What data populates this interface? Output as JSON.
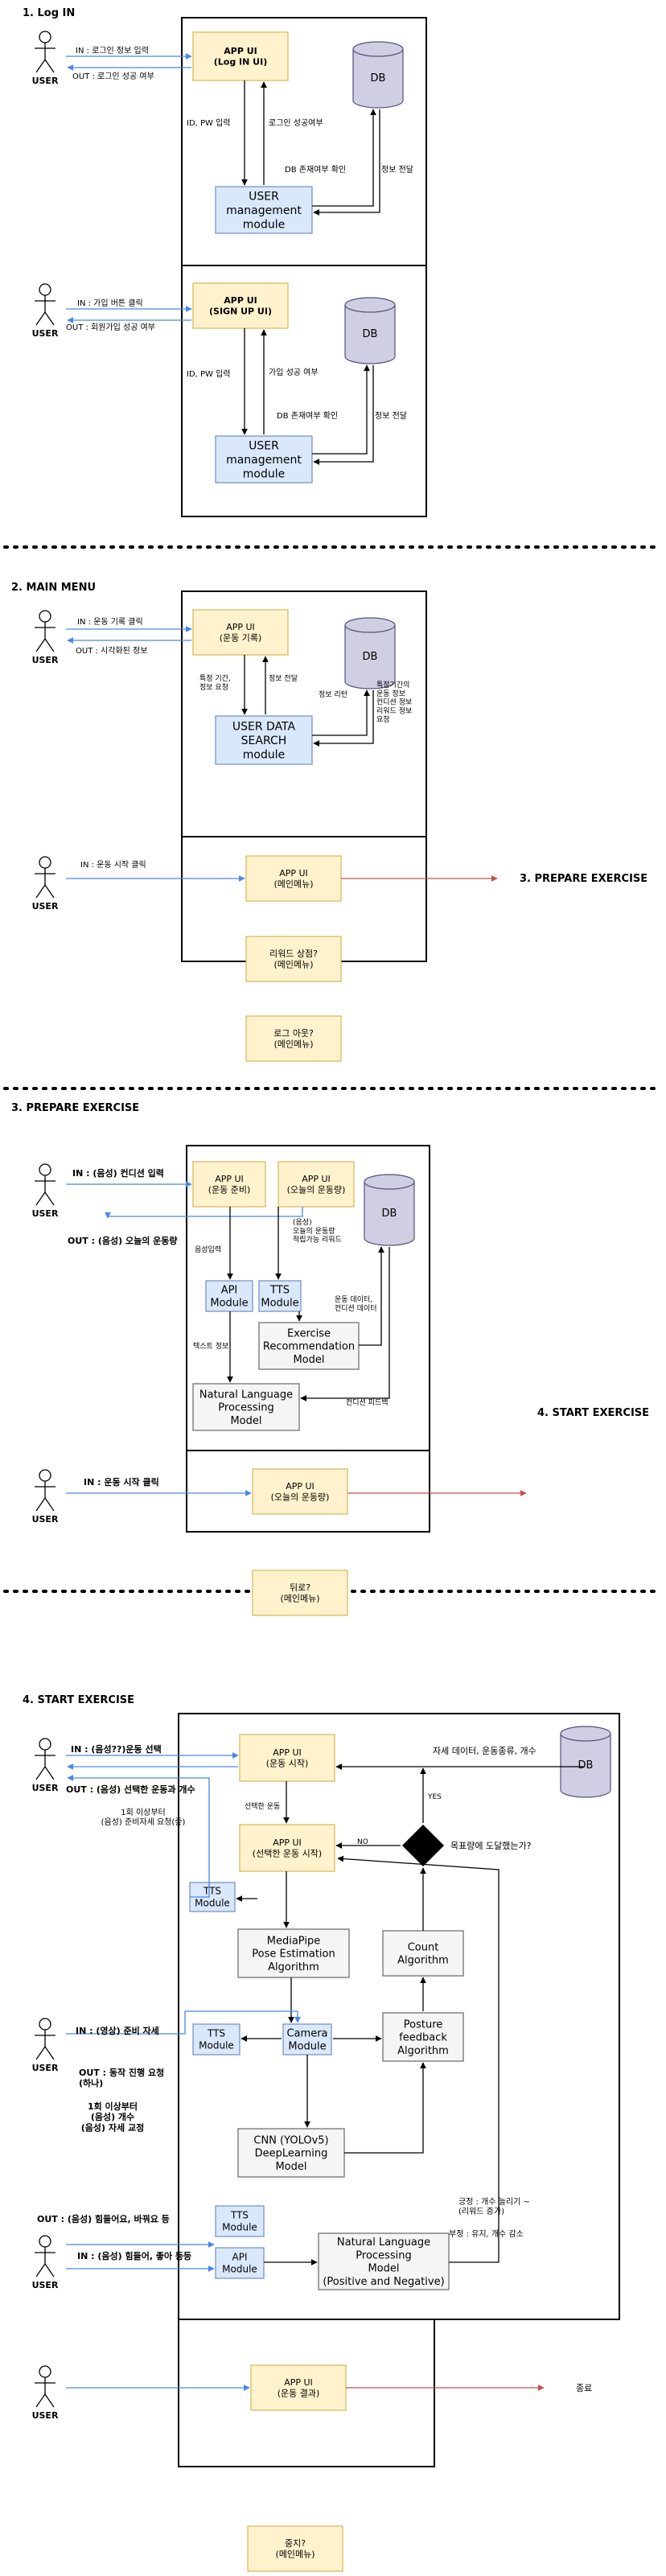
{
  "sections": {
    "login": "1. Log IN",
    "main_menu": "2. MAIN MENU",
    "prepare": "3.  PREPARE EXERCISE",
    "start": "4. START EXERCISE"
  },
  "actor": "USER",
  "boxes": {
    "login_ui": [
      "APP UI",
      "(Log IN UI)"
    ],
    "signup_ui": [
      "APP UI",
      "(SIGN UP UI)"
    ],
    "user_mgmt_1": [
      "USER",
      "management",
      "module"
    ],
    "user_mgmt_2": [
      "USER",
      "management",
      "module"
    ],
    "db": "DB",
    "record_ui": [
      "APP UI",
      "(운동 기록)"
    ],
    "user_data_search": [
      "USER DATA",
      "SEARCH",
      "module"
    ],
    "main_ui": [
      "APP UI",
      "(메인메뉴)"
    ],
    "reward_shop": [
      "리워드 상점?",
      "(메인메뉴)"
    ],
    "logout": [
      "로그 아웃?",
      "(메인메뉴)"
    ],
    "prep_ui": [
      "APP UI",
      "(운동 준비)"
    ],
    "today_ui": [
      "APP UI",
      "(오늘의 운동량)"
    ],
    "api_module": [
      "API",
      "Module"
    ],
    "tts_module": [
      "TTS",
      "Module"
    ],
    "exercise_rec": [
      "Exercise",
      "Recommendation",
      "Model"
    ],
    "nlp_model": [
      "Natural Language",
      "Processing",
      "Model"
    ],
    "today_ui_2": [
      "APP UI",
      "(오늘의 운동량)"
    ],
    "back": [
      "뒤로?",
      "(메인메뉴)"
    ],
    "start_ui": [
      "APP UI",
      "(운동 시작)"
    ],
    "selected_ui": [
      "APP UI",
      "(선택한 운동 시작)"
    ],
    "decision": "목표량에 도달했는가?",
    "tts_1": [
      "TTS",
      "Module"
    ],
    "mediapipe": [
      "MediaPipe",
      "Pose Estimation",
      "Algorithm"
    ],
    "count_alg": [
      "Count",
      "Algorithm"
    ],
    "tts_2": [
      "TTS",
      "Module"
    ],
    "camera": [
      "Camera",
      "Module"
    ],
    "posture": [
      "Posture",
      "feedback",
      "Algorithm"
    ],
    "cnn": [
      "CNN (YOLOv5)",
      "DeepLearning",
      "Model"
    ],
    "tts_3": [
      "TTS",
      "Module"
    ],
    "api_2": [
      "API",
      "Module"
    ],
    "nlp_pn": [
      "Natural Language",
      "Processing",
      "Model",
      "(Positive and Negative)"
    ],
    "result_ui": [
      "APP UI",
      "(운동 결과)"
    ],
    "stop": [
      "중지?",
      "(메인메뉴)"
    ]
  },
  "labels": {
    "login_in": "IN : 로그인 정보 입력",
    "login_out": "OUT : 로그인 성공 여부",
    "id_pw_1": "ID, PW 입력",
    "login_success": "로그인 성공여부",
    "db_check_1": "DB 존재여부 확인",
    "info_send_1": "정보 전달",
    "signup_in": "IN : 가입 버튼 클릭",
    "signup_out": "OUT : 회원가입 성공 여부",
    "id_pw_2": "ID, PW 입력",
    "signup_success": "가입 성공 여부",
    "db_check_2": "DB 존재여부 확인",
    "info_send_2": "정보 전달",
    "record_in": "IN : 운동 기록 클릭",
    "record_out": "OUT : 시각화된 정보",
    "period_req": [
      "특정 기간,",
      "정보 요청"
    ],
    "info_send_3": "정보 전달",
    "info_return": "정보 리턴",
    "period_data": [
      "특정기간의",
      "운동 정보",
      "컨디션 정보",
      "리워드 정보",
      "요청"
    ],
    "start_in": "IN : 운동 시작 클릭",
    "to_prepare": "3.  PREPARE EXERCISE",
    "cond_in": "IN : (음성) 컨디션 입력",
    "cond_out": "OUT : (음성) 오늘의 운동량",
    "voice_in": "음성입력",
    "voice_today": [
      "(음성)",
      "오늘의 운동량",
      "적립가능 리워드"
    ],
    "text_info": "텍스트 정보",
    "ex_cond_data": [
      "운동 데이터,",
      "컨디션 데이터"
    ],
    "cond_feedback": "컨디션 피드백",
    "to_start": "4. START EXERCISE",
    "ex_start_in": "IN : 운동 시작 클릭",
    "select_in": "IN : (음성??)운동 선택",
    "select_out": "OUT : (음성) 선택한 운동과 개수",
    "pose_req": [
      "1회 이상부터",
      "(음성) 준비자세 요청(좋)"
    ],
    "select_ex": "선택한 운동",
    "pose_data": "자세 데이터, 운동종류, 개수",
    "yes": "YES",
    "no": "NO",
    "ready_in": "IN : (영상) 준비 자세",
    "ready_out": [
      "OUT : 동작 진행 요청",
      "(하나)"
    ],
    "count_fix": [
      "1회 이상부터",
      "(음성) 개수",
      "(음성) 자세 교정"
    ],
    "hard_out": "OUT : (음성) 힘들어요, 바꿔요 등",
    "hard_in": "IN : (음성) 힘들어, 좋아 등등",
    "positive": [
      "긍정 : 개수 늘리기 ~",
      "(리워드 증가)"
    ],
    "negative": "부정 : 유지, 개수 감소",
    "end": "종료"
  },
  "colors": {
    "ui_fill": "#fff2cc",
    "ui_stroke": "#d6b656",
    "module_fill": "#dae8fc",
    "module_stroke": "#6c8ebf",
    "model_fill": "#f5f5f5",
    "model_stroke": "#666666",
    "db_fill": "#d0cee2",
    "db_stroke": "#56517e",
    "in_arrow": "#4a86e8",
    "out_arrow": "#c0504d"
  }
}
